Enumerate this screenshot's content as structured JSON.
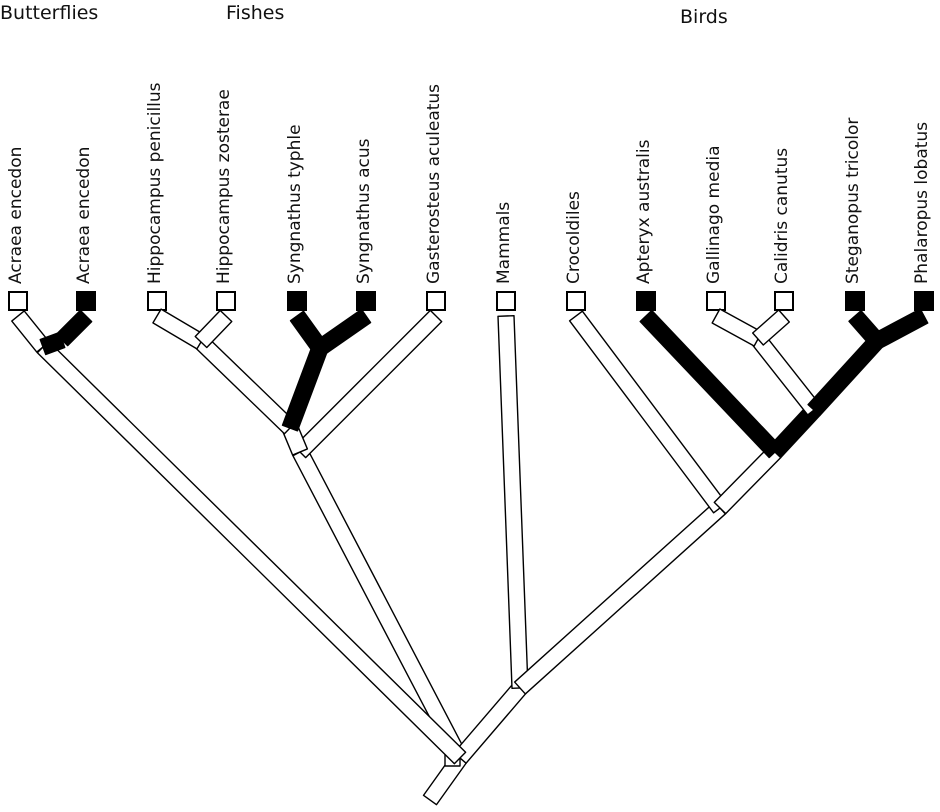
{
  "groups": [
    {
      "label": "Butterflies"
    },
    {
      "label": "Fishes"
    },
    {
      "label": "Birds"
    }
  ],
  "taxa": [
    {
      "label": "Acraea encedon",
      "state": "open"
    },
    {
      "label": "Acraea encedon",
      "state": "filled"
    },
    {
      "label": "Hippocampus penicillus",
      "state": "open"
    },
    {
      "label": "Hippocampus zosterae",
      "state": "open"
    },
    {
      "label": "Syngnathus typhle",
      "state": "filled"
    },
    {
      "label": "Syngnathus acus",
      "state": "filled"
    },
    {
      "label": "Gasterosteus aculeatus",
      "state": "open"
    },
    {
      "label": "Mammals",
      "state": "open"
    },
    {
      "label": "Crocoldiles",
      "state": "open"
    },
    {
      "label": "Apteryx australis",
      "state": "filled"
    },
    {
      "label": "Gallinago media",
      "state": "open"
    },
    {
      "label": "Calidris canutus",
      "state": "open"
    },
    {
      "label": "Steganopus tricolor",
      "state": "filled"
    },
    {
      "label": "Phalaropus lobatus",
      "state": "filled"
    }
  ],
  "colors": {
    "filled": "#000000",
    "open": "#ffffff",
    "stroke": "#000000"
  }
}
